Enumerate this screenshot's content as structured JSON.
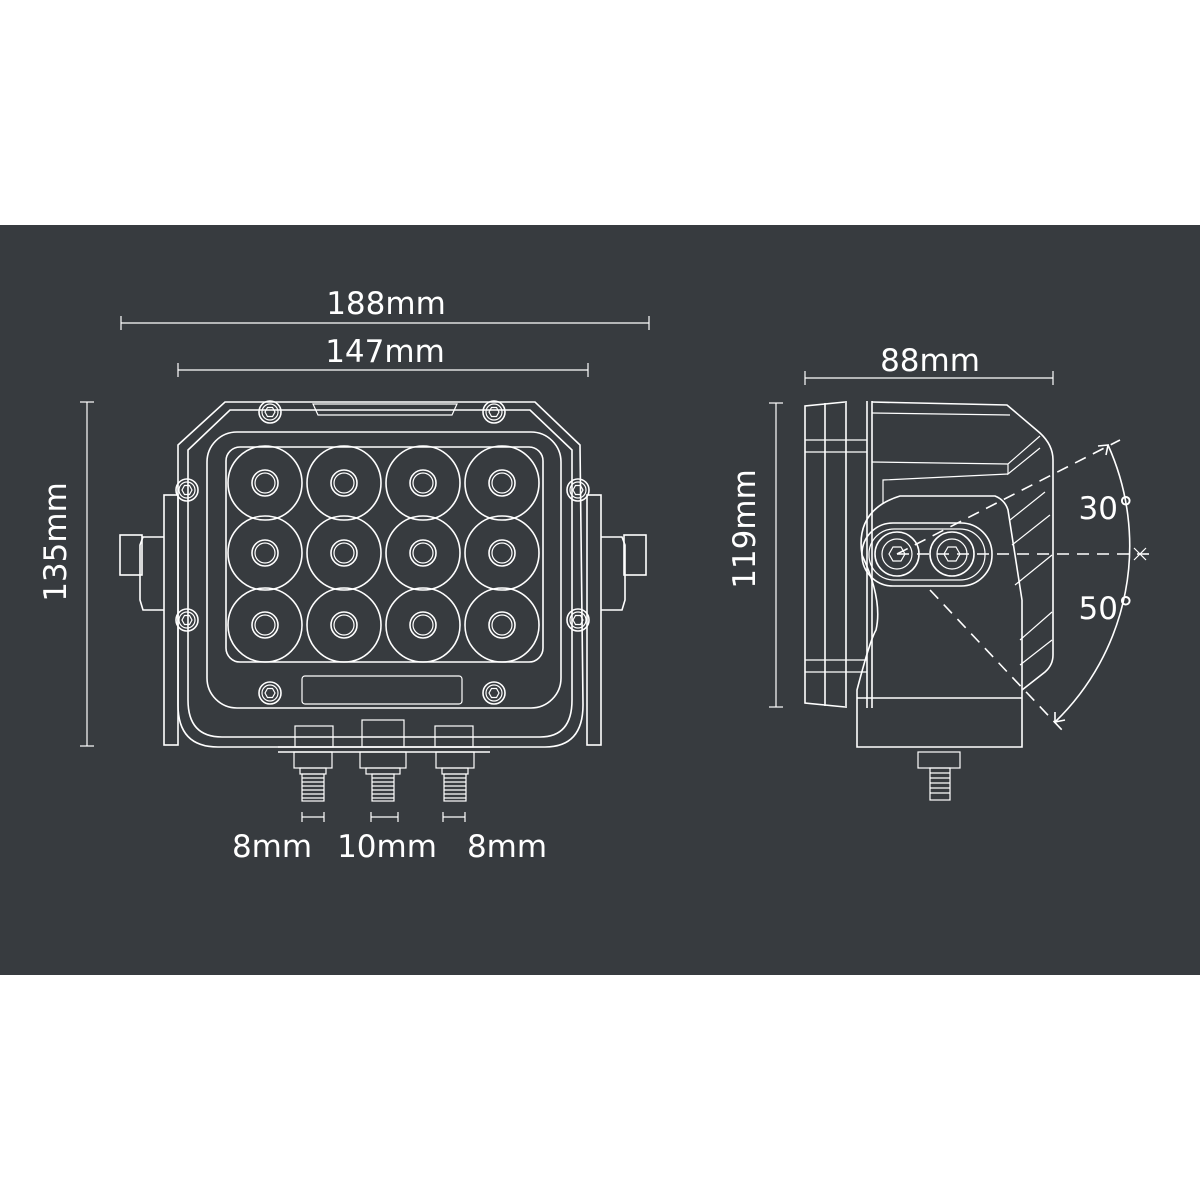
{
  "front_view": {
    "overall_width": "188mm",
    "lens_width": "147mm",
    "height": "135mm",
    "terminals": [
      "8mm",
      "10mm",
      "8mm"
    ],
    "led_count": 12
  },
  "side_view": {
    "depth": "88mm",
    "height": "119mm",
    "tilt_up": "30°",
    "tilt_down": "50°"
  },
  "colors": {
    "background": "#373b3f",
    "line": "#ffffff",
    "page": "#ffffff"
  }
}
